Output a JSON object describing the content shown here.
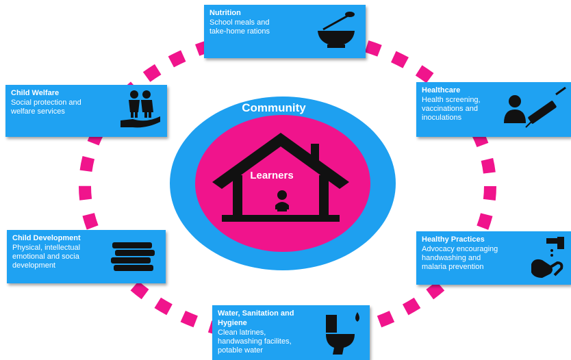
{
  "center": {
    "outer_label": "Community",
    "inner_label": "Learners"
  },
  "colors": {
    "box_blue": "#1fa2f2",
    "magenta": "#f0148c",
    "outer_circle": "#1ea0f0",
    "house": "#111111",
    "text": "#ffffff"
  },
  "boxes": {
    "nutrition": {
      "title": "Nutrition",
      "desc": [
        "School meals and",
        "take-home rations"
      ],
      "icon": "bowl-spoon-icon"
    },
    "healthcare": {
      "title": "Healthcare",
      "desc": [
        "Health screening,",
        "vaccinations and",
        "inoculations"
      ],
      "icon": "doctor-syringe-icon"
    },
    "healthy_practices": {
      "title": "Healthy Practices",
      "desc": [
        "Advocacy encouraging",
        "handwashing and",
        "malaria prevention"
      ],
      "icon": "handwashing-icon"
    },
    "wash": {
      "title": [
        "Water, Sanitation and",
        "Hygiene"
      ],
      "desc": [
        "Clean latrines,",
        "handwashing facilites,",
        "potable water"
      ],
      "icon": "toilet-icon"
    },
    "child_development": {
      "title": "Child Development",
      "desc": [
        "Physical, intellectual",
        "emotional and socia",
        "development"
      ],
      "icon": "books-icon"
    },
    "child_welfare": {
      "title": "Child Welfare",
      "desc": [
        "Social protection and",
        "welfare services"
      ],
      "icon": "children-hand-icon"
    }
  }
}
